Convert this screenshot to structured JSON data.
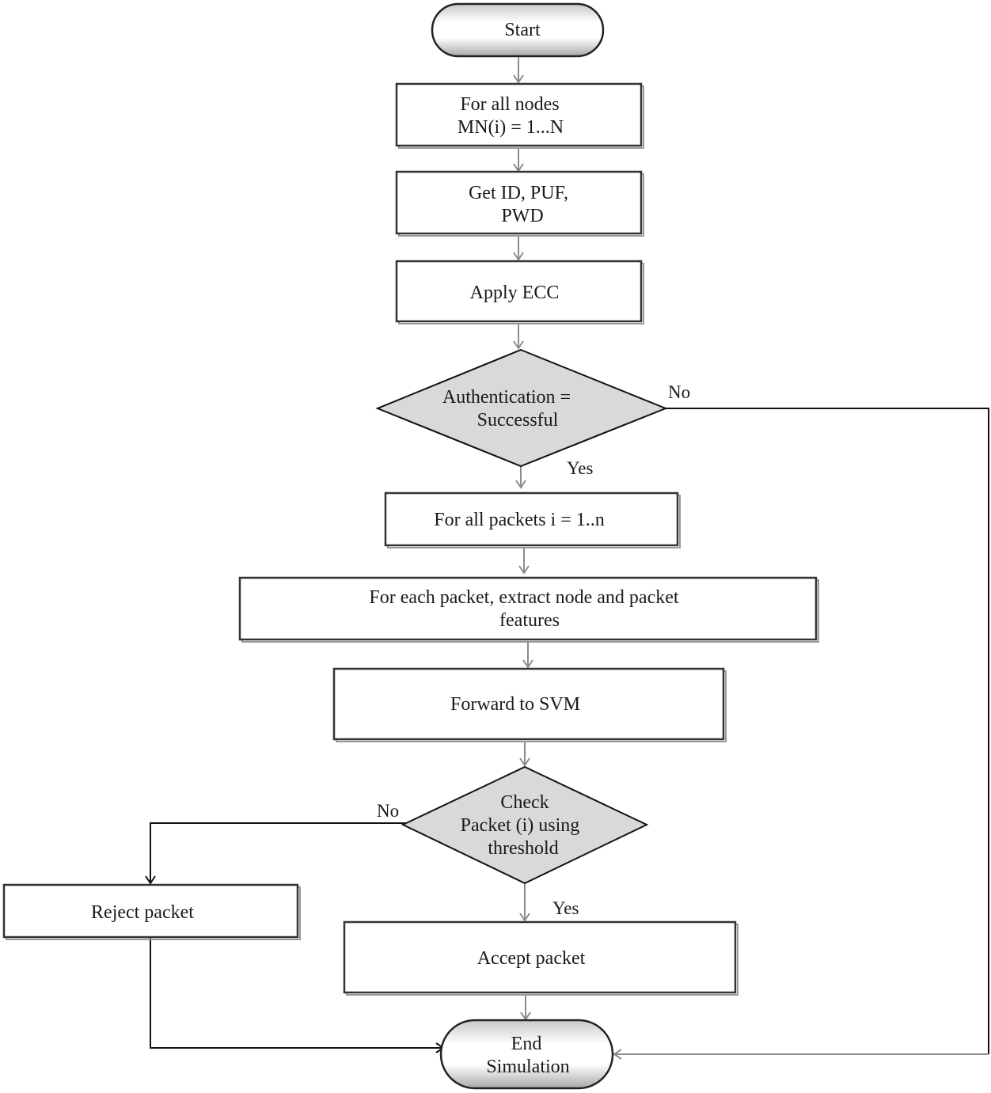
{
  "nodes": {
    "start": {
      "lines": [
        "Start"
      ]
    },
    "for_all_nodes": {
      "lines": [
        "For all nodes",
        "MN(i) = 1...N"
      ]
    },
    "get_id": {
      "lines": [
        "Get ID, PUF,",
        "PWD"
      ]
    },
    "apply_ecc": {
      "lines": [
        "Apply ECC"
      ]
    },
    "authentication": {
      "lines": [
        "Authentication =",
        "Successful"
      ]
    },
    "for_all_packets": {
      "lines": [
        "For all packets i = 1..n"
      ]
    },
    "extract_features": {
      "lines": [
        "For each packet, extract node and packet",
        "features"
      ]
    },
    "forward_svm": {
      "lines": [
        "Forward to SVM"
      ]
    },
    "check_packet": {
      "lines": [
        "Check",
        "Packet (i) using",
        "threshold"
      ]
    },
    "reject_packet": {
      "lines": [
        "Reject packet"
      ]
    },
    "accept_packet": {
      "lines": [
        "Accept packet"
      ]
    },
    "end_simulation": {
      "lines": [
        "End",
        "Simulation"
      ]
    }
  },
  "edge_labels": {
    "auth_no": "No",
    "auth_yes": "Yes",
    "check_no": "No",
    "check_yes": "Yes"
  },
  "colors": {
    "decision_fill": "#d9d9d9",
    "gray_connector": "#8c8c8c",
    "black_connector": "#111111"
  }
}
